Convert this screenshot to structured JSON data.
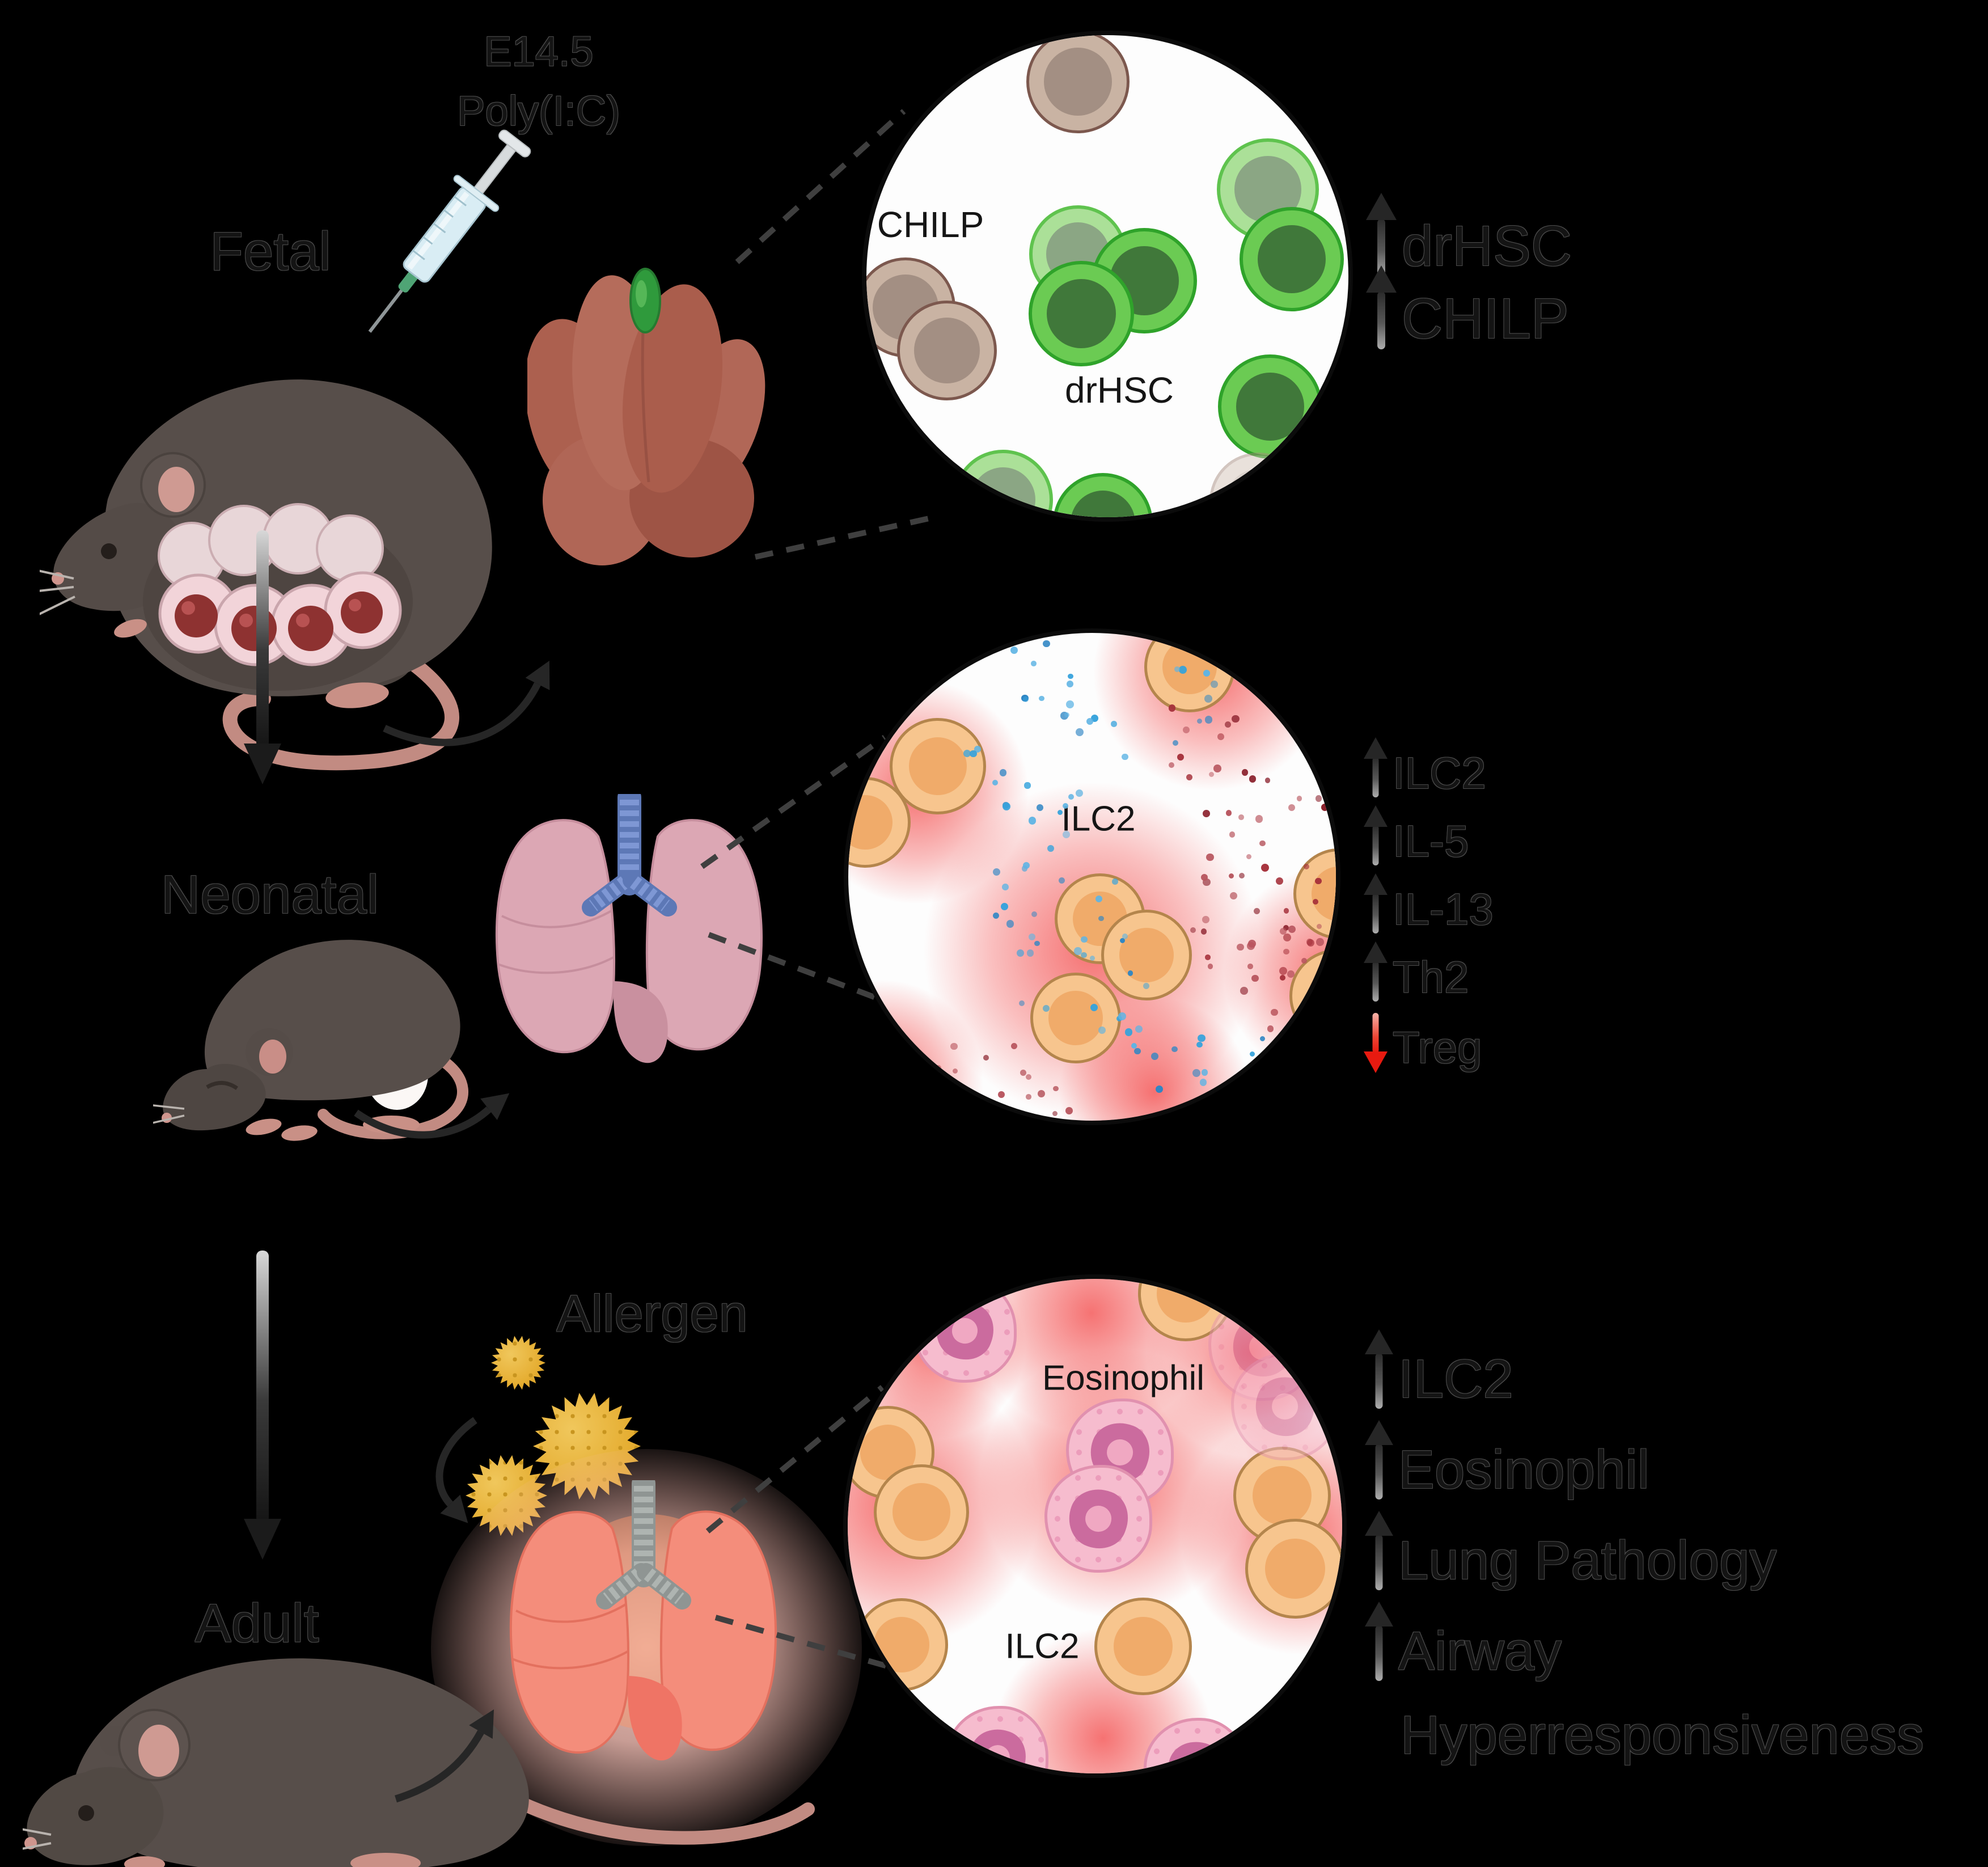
{
  "stages": {
    "fetal": {
      "label": "Fetal"
    },
    "neonatal": {
      "label": "Neonatal"
    },
    "adult": {
      "label": "Adult"
    }
  },
  "injection": {
    "line1": "E14.5",
    "line2": "Poly(I:C)"
  },
  "allergen": {
    "label": "Allergen"
  },
  "circle_fetal_liver": {
    "labels": {
      "chilp": "CHILP",
      "drhsc": "drHSC"
    },
    "annotations": [
      {
        "direction": "up",
        "label": "drHSC"
      },
      {
        "direction": "up",
        "label": "CHILP"
      }
    ]
  },
  "circle_neonatal_lung": {
    "labels": {
      "ilc2": "ILC2"
    },
    "annotations": [
      {
        "direction": "up",
        "label": "ILC2"
      },
      {
        "direction": "up",
        "label": "IL-5"
      },
      {
        "direction": "up",
        "label": "IL-13"
      },
      {
        "direction": "up",
        "label": "Th2"
      },
      {
        "direction": "down",
        "label": "Treg"
      }
    ]
  },
  "circle_adult_lung": {
    "labels": {
      "eosinophil": "Eosinophil",
      "ilc2": "ILC2"
    },
    "annotations": [
      {
        "direction": "up",
        "label": "ILC2"
      },
      {
        "direction": "up",
        "label": "Eosinophil"
      },
      {
        "direction": "up",
        "label": "Lung Pathology"
      },
      {
        "direction": "up",
        "label": "Airway",
        "label_line2": "Hyperresponsiveness"
      }
    ]
  },
  "colors": {
    "background": "#000000",
    "up_arrow": "#262626",
    "down_arrow_red": "#e81a10",
    "drhsc_green": "#6bcb53",
    "chilp_tan": "#c9b3a3",
    "ilc2_orange": "#f7c58e",
    "eosinophil_pink": "#f6bcce",
    "allergen_yellow": "#e5ad31",
    "liver_brown": "#ac604f",
    "healthy_lung_pink": "#dca7b4",
    "inflamed_lung_salmon": "#f48d7b",
    "mouse_fur": "#574e4a",
    "cytokine_blue": "#35a2dc",
    "cytokine_dark_red": "#a5303a"
  }
}
